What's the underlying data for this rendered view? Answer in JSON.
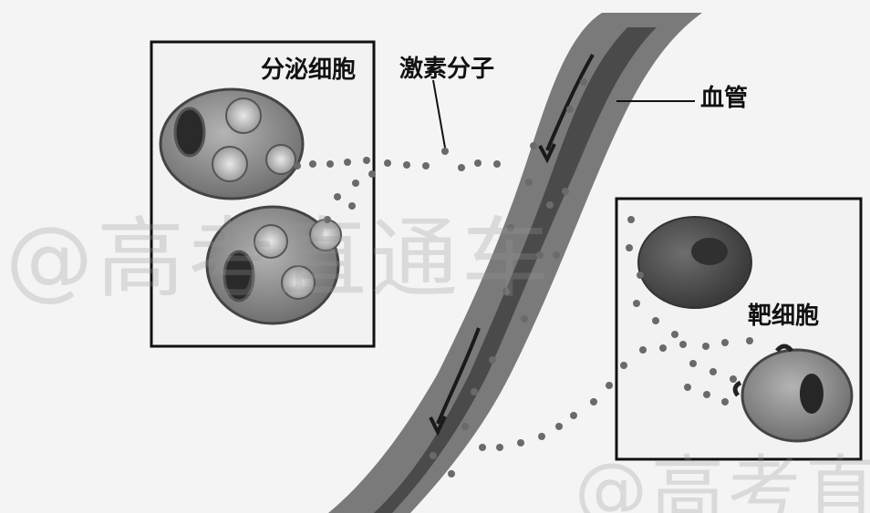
{
  "labels": {
    "secretory_cells": "分泌细胞",
    "hormone_molecules": "激素分子",
    "blood_vessel": "血管",
    "target_cells": "靶细胞"
  },
  "watermark": {
    "left_text": "@高考直通车",
    "bottom_text": "@高考直通车"
  },
  "colors": {
    "vessel_wall": "#7a7a7a",
    "vessel_lumen": "#4a4a4a",
    "cell_body": "#8e8e8e",
    "nucleus": "#262626",
    "hormone": "#6a6a6a"
  }
}
